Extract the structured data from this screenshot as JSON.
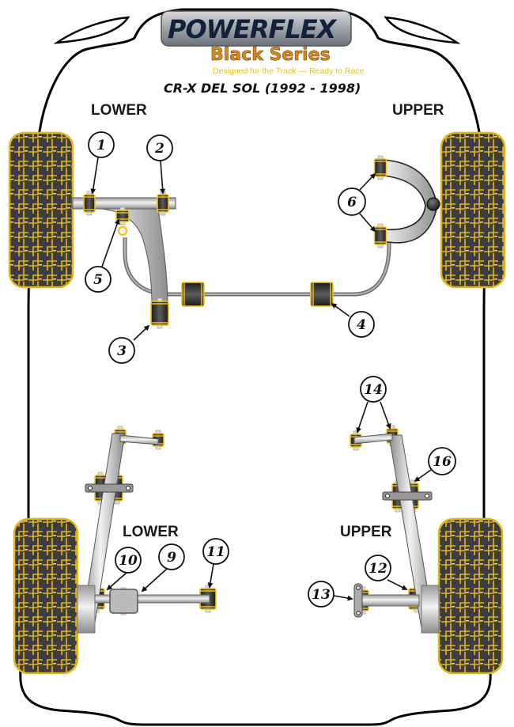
{
  "brand": {
    "name": "POWERFLEX",
    "series": "Black Series",
    "tagline": "Designed for the Track — Ready to Race",
    "colors": {
      "navy": "#13213a",
      "orange": "#d88a1c",
      "yellow": "#e6c21c"
    }
  },
  "vehicle": {
    "title": "CR-X DEL SOL (1992 - 1998)"
  },
  "front_axle": {
    "lower_label": "LOWER",
    "upper_label": "UPPER"
  },
  "rear_axle": {
    "lower_label": "LOWER",
    "upper_label": "UPPER"
  },
  "callouts": [
    {
      "id": "c1",
      "number": "1"
    },
    {
      "id": "c2",
      "number": "2"
    },
    {
      "id": "c3",
      "number": "3"
    },
    {
      "id": "c4",
      "number": "4"
    },
    {
      "id": "c5",
      "number": "5"
    },
    {
      "id": "c6",
      "number": "6"
    },
    {
      "id": "c9",
      "number": "9"
    },
    {
      "id": "c10",
      "number": "10"
    },
    {
      "id": "c11",
      "number": "11"
    },
    {
      "id": "c12",
      "number": "12"
    },
    {
      "id": "c13",
      "number": "13"
    },
    {
      "id": "c14",
      "number": "14"
    },
    {
      "id": "c16",
      "number": "16"
    }
  ],
  "colors": {
    "tyre": "#3d3d3f",
    "tyre_tread": "#e2b714",
    "bushing": "#2e2e30",
    "bushing_edge": "#f0c419",
    "metal_light": "#e8e8e8",
    "metal_dark": "#8a8a8a",
    "outline": "#000000"
  }
}
